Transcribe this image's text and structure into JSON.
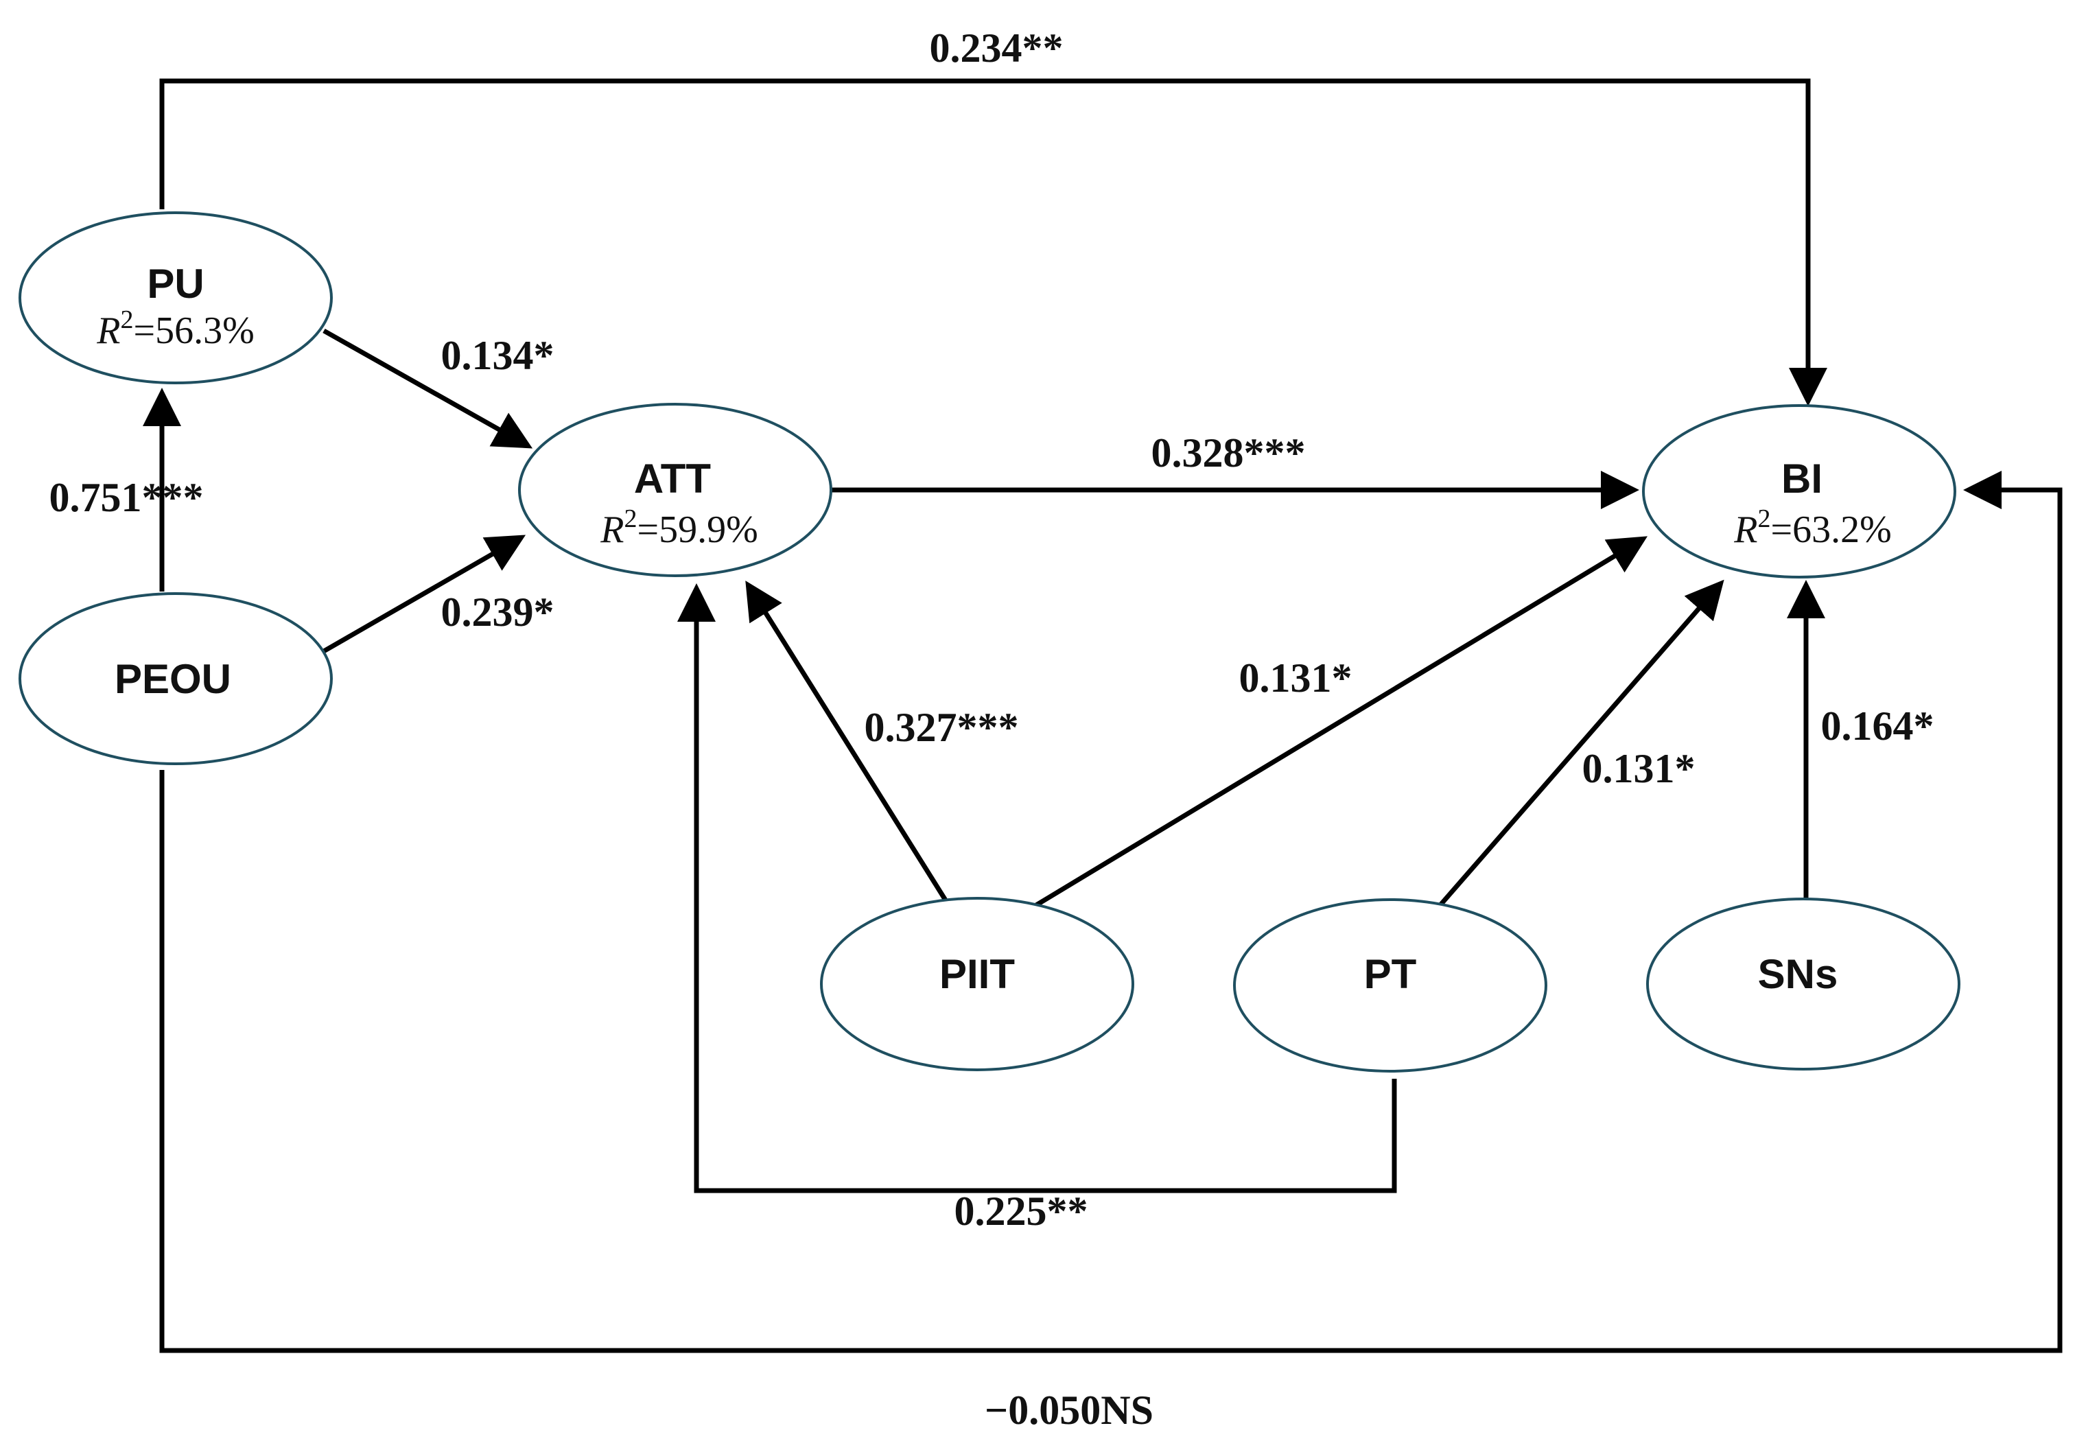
{
  "nodes": {
    "pu": {
      "name": "PU",
      "r2_symbol": "R",
      "r2_sup": "2",
      "r2_value": "=56.3%"
    },
    "peou": {
      "name": "PEOU"
    },
    "att": {
      "name": "ATT",
      "r2_symbol": "R",
      "r2_sup": "2",
      "r2_value": "=59.9%"
    },
    "bi": {
      "name": "BI",
      "r2_symbol": "R",
      "r2_sup": "2",
      "r2_value": "=63.2%"
    },
    "piit": {
      "name": "PIIT"
    },
    "pt": {
      "name": "PT"
    },
    "sns": {
      "name": "SNs"
    }
  },
  "paths": {
    "pu_bi": "0.234**",
    "pu_att": "0.134*",
    "peou_pu": "0.751***",
    "peou_att": "0.239*",
    "att_bi": "0.328***",
    "piit_att": "0.327***",
    "piit_bi": "0.131*",
    "pt_bi": "0.131*",
    "sns_bi": "0.164*",
    "pt_att": "0.225**",
    "peou_bi": "−0.050NS"
  },
  "colors": {
    "ellipse_stroke": "#1f4f60",
    "line": "#000000",
    "text": "#111111"
  }
}
